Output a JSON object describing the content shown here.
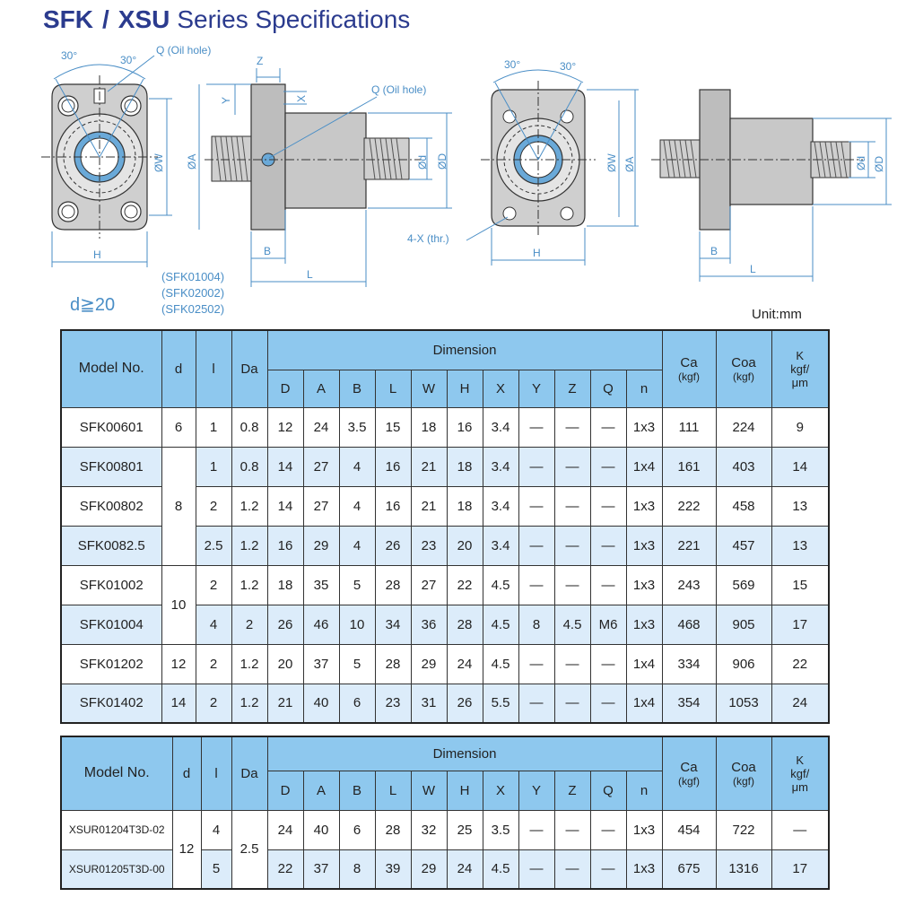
{
  "title": {
    "part1": "SFK",
    "slash": "/",
    "part2": "XSU",
    "part3": "Series Specifications"
  },
  "drawing_labels": {
    "angle_30_a": "30°",
    "angle_30_b": "30°",
    "oil_hole": "Q (Oil hole)",
    "oil_hole_2": "Q (Oil hole)",
    "z": "Z",
    "y": "Y",
    "x": "X",
    "w": "ØW",
    "a": "ØA",
    "d": "Ød",
    "D": "ØD",
    "h": "H",
    "b": "B",
    "l": "L",
    "thread": "4-X (thr.)"
  },
  "variants": [
    "(SFK01004)",
    "(SFK02002)",
    "(SFK02502)"
  ],
  "note_d": "d≧20",
  "unit": "Unit:mm",
  "table_headers": {
    "model": "Model No.",
    "d": "d",
    "l": "l",
    "da": "Da",
    "dimension": "Dimension",
    "dims": [
      "D",
      "A",
      "B",
      "L",
      "W",
      "H",
      "X",
      "Y",
      "Z",
      "Q",
      "n"
    ],
    "ca": "Ca",
    "coa": "Coa",
    "kgf": "(kgf)",
    "k": "K",
    "k_unit1": "kgf/",
    "k_unit2": "μm"
  },
  "sfk_rows": [
    {
      "model": "SFK00601",
      "d": "6",
      "l": "1",
      "da": "0.8",
      "D": "12",
      "A": "24",
      "B": "3.5",
      "L": "15",
      "W": "18",
      "H": "16",
      "X": "3.4",
      "Y": "—",
      "Z": "—",
      "Q": "—",
      "n": "1x3",
      "ca": "111",
      "coa": "224",
      "k": "9"
    },
    {
      "model": "SFK00801",
      "d": "8",
      "l": "1",
      "da": "0.8",
      "D": "14",
      "A": "27",
      "B": "4",
      "L": "16",
      "W": "21",
      "H": "18",
      "X": "3.4",
      "Y": "—",
      "Z": "—",
      "Q": "—",
      "n": "1x4",
      "ca": "161",
      "coa": "403",
      "k": "14"
    },
    {
      "model": "SFK00802",
      "d": "",
      "l": "2",
      "da": "1.2",
      "D": "14",
      "A": "27",
      "B": "4",
      "L": "16",
      "W": "21",
      "H": "18",
      "X": "3.4",
      "Y": "—",
      "Z": "—",
      "Q": "—",
      "n": "1x3",
      "ca": "222",
      "coa": "458",
      "k": "13"
    },
    {
      "model": "SFK0082.5",
      "d": "",
      "l": "2.5",
      "da": "1.2",
      "D": "16",
      "A": "29",
      "B": "4",
      "L": "26",
      "W": "23",
      "H": "20",
      "X": "3.4",
      "Y": "—",
      "Z": "—",
      "Q": "—",
      "n": "1x3",
      "ca": "221",
      "coa": "457",
      "k": "13"
    },
    {
      "model": "SFK01002",
      "d": "10",
      "l": "2",
      "da": "1.2",
      "D": "18",
      "A": "35",
      "B": "5",
      "L": "28",
      "W": "27",
      "H": "22",
      "X": "4.5",
      "Y": "—",
      "Z": "—",
      "Q": "—",
      "n": "1x3",
      "ca": "243",
      "coa": "569",
      "k": "15"
    },
    {
      "model": "SFK01004",
      "d": "",
      "l": "4",
      "da": "2",
      "D": "26",
      "A": "46",
      "B": "10",
      "L": "34",
      "W": "36",
      "H": "28",
      "X": "4.5",
      "Y": "8",
      "Z": "4.5",
      "Q": "M6",
      "n": "1x3",
      "ca": "468",
      "coa": "905",
      "k": "17"
    },
    {
      "model": "SFK01202",
      "d": "12",
      "l": "2",
      "da": "1.2",
      "D": "20",
      "A": "37",
      "B": "5",
      "L": "28",
      "W": "29",
      "H": "24",
      "X": "4.5",
      "Y": "—",
      "Z": "—",
      "Q": "—",
      "n": "1x4",
      "ca": "334",
      "coa": "906",
      "k": "22"
    },
    {
      "model": "SFK01402",
      "d": "14",
      "l": "2",
      "da": "1.2",
      "D": "21",
      "A": "40",
      "B": "6",
      "L": "23",
      "W": "31",
      "H": "26",
      "X": "5.5",
      "Y": "—",
      "Z": "—",
      "Q": "—",
      "n": "1x4",
      "ca": "354",
      "coa": "1053",
      "k": "24"
    }
  ],
  "xsu_rows": [
    {
      "model": "XSUR01204T3D-02",
      "d": "12",
      "l": "4",
      "da": "2.5",
      "D": "24",
      "A": "40",
      "B": "6",
      "L": "28",
      "W": "32",
      "H": "25",
      "X": "3.5",
      "Y": "—",
      "Z": "—",
      "Q": "—",
      "n": "1x3",
      "ca": "454",
      "coa": "722",
      "k": "—"
    },
    {
      "model": "XSUR01205T3D-00",
      "d": "",
      "l": "5",
      "da": "",
      "D": "22",
      "A": "37",
      "B": "8",
      "L": "39",
      "W": "29",
      "H": "24",
      "X": "4.5",
      "Y": "—",
      "Z": "—",
      "Q": "—",
      "n": "1x3",
      "ca": "675",
      "coa": "1316",
      "k": "17"
    }
  ]
}
